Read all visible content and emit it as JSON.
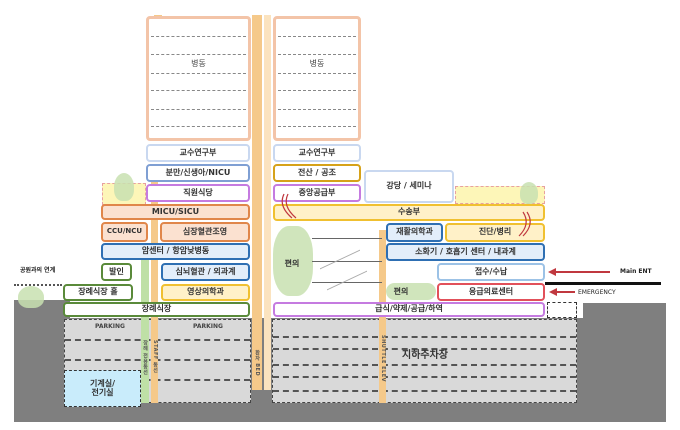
{
  "diagram": {
    "title": "Hospital section diagram",
    "towers": {
      "left_ward": "병동",
      "right_ward": "병동"
    },
    "left_block": {
      "faculty_research": "교수연구부",
      "delivery_nicu": "분만/신생아/NICU",
      "staff_cafeteria": "직원식당",
      "micu_sicu": "MICU/SICU",
      "ccu_ncu": "CCU/NCU",
      "cardio_angio": "심장혈관조영",
      "cancer_center": "암센터 / 항암낮병동",
      "mortuary": "발인",
      "cardio_surgery": "심뇌혈관 / 외과계",
      "funeral_hall": "장례식장 홀",
      "radiology": "영상의학과",
      "funeral_home": "장례식장",
      "parking_1": "PARKING",
      "parking_2": "PARKING",
      "mech_elec": "기계실/\n전기실",
      "mech_elec_line1": "기계실/",
      "mech_elec_line2": "전기실",
      "vertical_label_1": "장례 전용동선",
      "vertical_label_2": "STAFF 동선",
      "vertical_label_3": "환자 BED"
    },
    "right_block": {
      "faculty_research": "교수연구부",
      "central_supply": "전산 / 공조",
      "central_sterile": "중앙공급부",
      "auditorium": "강당 / 세미나",
      "transport": "수송부",
      "rehab": "재활의학과",
      "diagnostics": "진단/병리",
      "convenience_1": "편의",
      "digestive_respiratory": "소화기 / 호흡기 센터 / 내과계",
      "reception": "접수/수납",
      "convenience_2": "편의",
      "emergency_center": "응급의료센터",
      "food_service": "급식/약제/공급/하역",
      "underground_parking": "지하주차장",
      "vertical_label": "SHUTTLE ELEV"
    },
    "annotations": {
      "park_link": "공원과의 연계",
      "main_entrance": "Main ENT",
      "emergency": "EMERGENCY"
    },
    "colors": {
      "ward_border": "#f3c4a8",
      "core": "#f5c98a",
      "orange": "#e0864a",
      "darkblue": "#2e6fb3",
      "green": "#5a8a3a",
      "yellow": "#f0c030",
      "purple": "#c57be0",
      "red": "#e2505a",
      "arrow": "#c0383f",
      "ground": "#7f7f7f",
      "parking": "#d9d9d9"
    }
  }
}
